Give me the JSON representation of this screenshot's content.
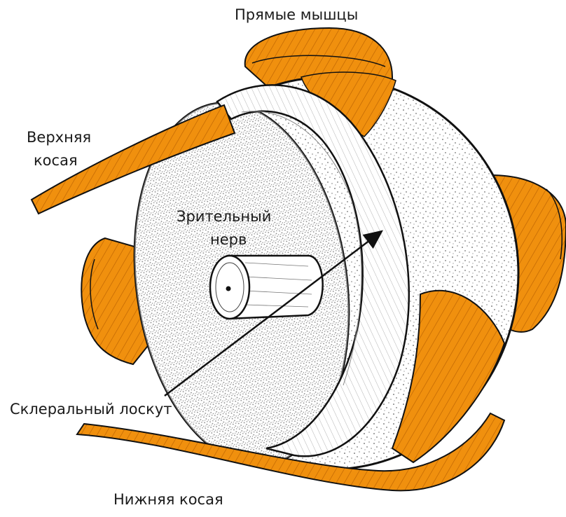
{
  "labels": {
    "rectus": "Прямые мышцы",
    "superior_oblique_line1": "Верхняя",
    "superior_oblique_line2": "косая",
    "optic_nerve_line1": "Зрительный",
    "optic_nerve_line2": "нерв",
    "scleral_flap": "Склеральный лоскут",
    "inferior_oblique": "Нижняя косая"
  },
  "colors": {
    "muscle": "#f0900e",
    "muscle_dark": "#b85f00",
    "outline": "#111111",
    "sclera": "#ffffff",
    "background": "#ffffff"
  }
}
